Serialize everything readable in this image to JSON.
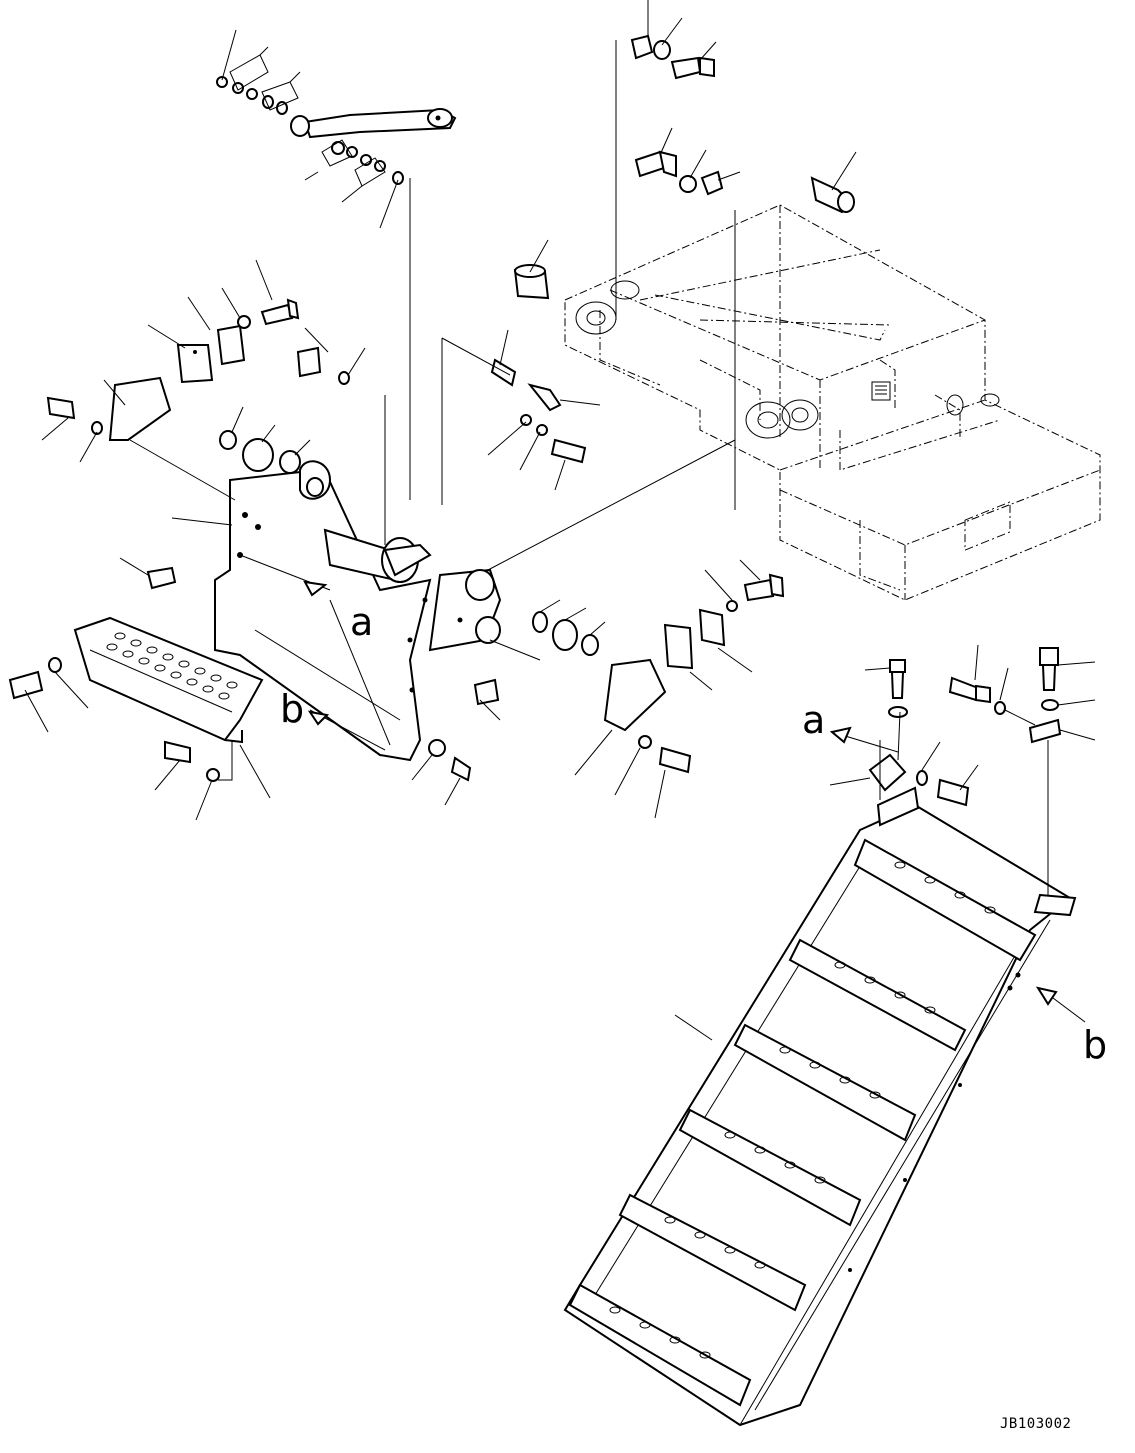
{
  "diagram": {
    "view_labels": {
      "a_left": "a",
      "b_left": "b",
      "a_right": "a",
      "b_right": "b"
    },
    "drawing_code": "JB103002"
  }
}
